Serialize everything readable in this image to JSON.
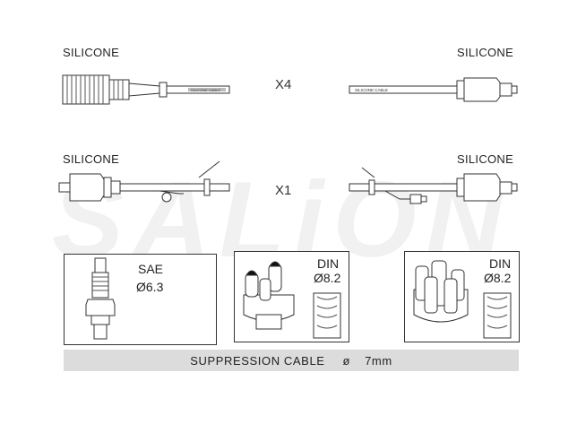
{
  "labels": {
    "top_left": "SILICONE",
    "top_right": "SILICONE",
    "mid_left": "SILICONE",
    "mid_right": "SILICONE"
  },
  "quantities": {
    "row1": "X4",
    "row2": "X1"
  },
  "cable_print": {
    "lead_left": "SILICONE CABLE",
    "lead_right": "SILICONE CABLE"
  },
  "panels": [
    {
      "standard": "SAE",
      "diameter": "6.3"
    },
    {
      "standard": "DIN",
      "diameter": "8.2"
    },
    {
      "standard": "DIN",
      "diameter": "8.2"
    }
  ],
  "diameter_symbol": "Ø",
  "banner": {
    "text": "SUPPRESSION CABLE",
    "symbol": "ø",
    "size": "7mm"
  },
  "watermark": "SALiON",
  "colors": {
    "outline": "#333333",
    "banner_bg": "#dcdcdc",
    "cap_black": "#111111"
  }
}
